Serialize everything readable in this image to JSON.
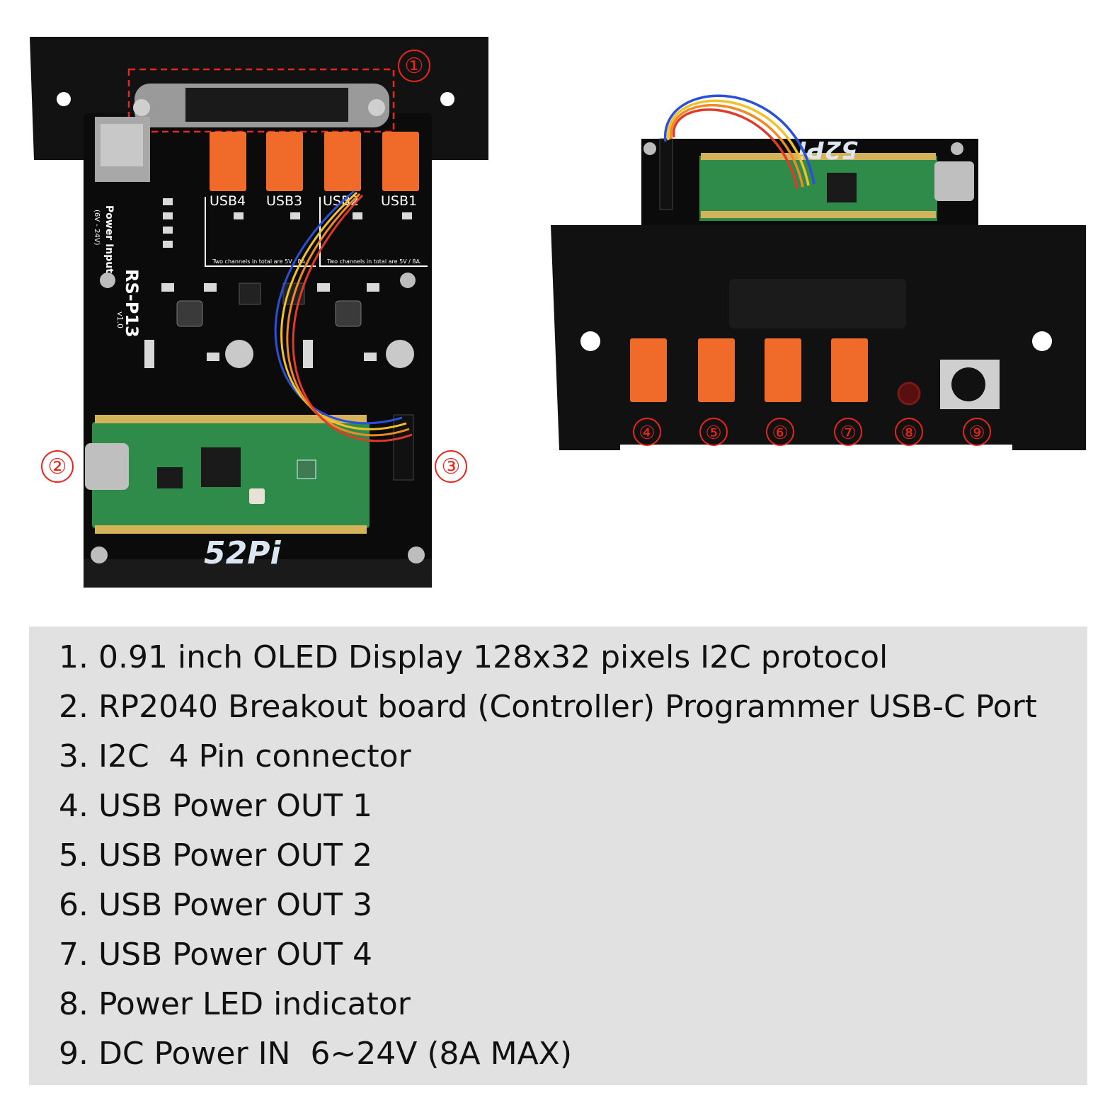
{
  "board": {
    "usb_labels": [
      "USB4",
      "USB3",
      "USB2",
      "USB1"
    ],
    "channel_note": "Two channels in total are 5V / 8A.",
    "model": "RS-P13",
    "version": "v1.0",
    "power_input": "Power Input",
    "power_range": "(6V - 24V)",
    "brand": "52Pi",
    "rear_brand": "52Pi"
  },
  "callouts": [
    "①",
    "②",
    "③",
    "④",
    "⑤",
    "⑥",
    "⑦",
    "⑧",
    "⑨"
  ],
  "legend": [
    "1. 0.91 inch OLED Display 128x32 pixels I2C protocol",
    "2. RP2040 Breakout board (Controller) Programmer USB-C Port",
    "3. I2C  4 Pin connector",
    "4. USB Power OUT 1",
    "5. USB Power OUT 2",
    "6. USB Power OUT 3",
    "7. USB Power OUT 4",
    "8. Power LED indicator",
    "9. DC Power IN  6~24V (8A MAX)"
  ],
  "colors": {
    "panel": "#111111",
    "pcb_green": "#2e8b4a",
    "usb_orange": "#f06a2a",
    "callout_red": "#e8261d",
    "legend_bg": "#e1e1e1"
  }
}
